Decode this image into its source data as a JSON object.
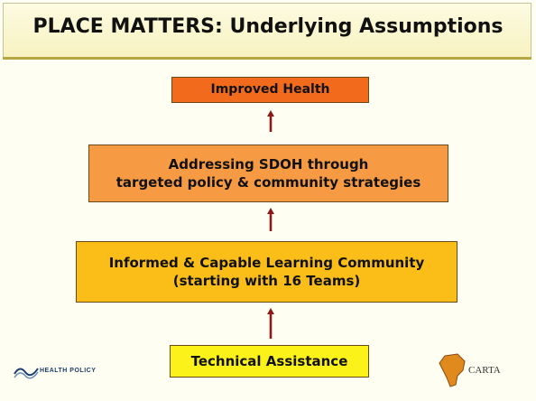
{
  "slide": {
    "title": "PLACE MATTERS: Underlying Assumptions"
  },
  "diagram": {
    "boxes": [
      {
        "lines": [
          "Improved Health"
        ],
        "color": "#f26a1b"
      },
      {
        "lines": [
          "Addressing SDOH through",
          "targeted policy & community strategies"
        ],
        "color": "#f79a44"
      },
      {
        "lines": [
          "Informed & Capable Learning Community",
          "(starting with 16 Teams)"
        ],
        "color": "#fbbe19"
      },
      {
        "lines": [
          "Technical Assistance"
        ],
        "color": "#fbf21a"
      }
    ],
    "arrow_color": "#8b1a1a"
  },
  "logos": {
    "left": "HEALTH POLICY",
    "right": "CARTA"
  }
}
